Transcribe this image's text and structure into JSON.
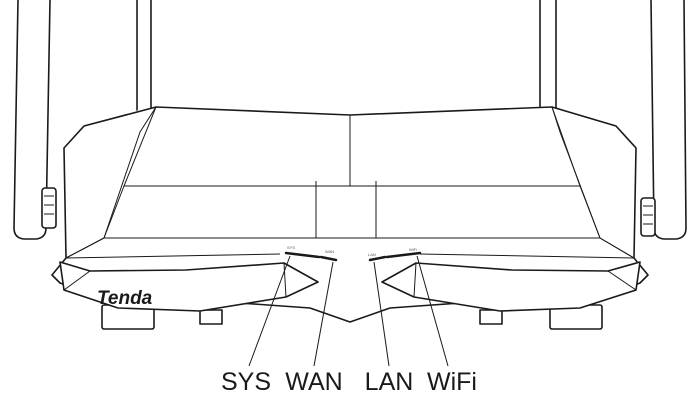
{
  "brand": {
    "logo_text": "Tenda"
  },
  "leds": [
    {
      "key": "sys",
      "label": "SYS",
      "tiny": "SYS"
    },
    {
      "key": "wan",
      "label": "WAN",
      "tiny": "WAN"
    },
    {
      "key": "lan",
      "label": "LAN",
      "tiny": "LAN"
    },
    {
      "key": "wifi",
      "label": "WiFi",
      "tiny": "WiFi"
    }
  ]
}
